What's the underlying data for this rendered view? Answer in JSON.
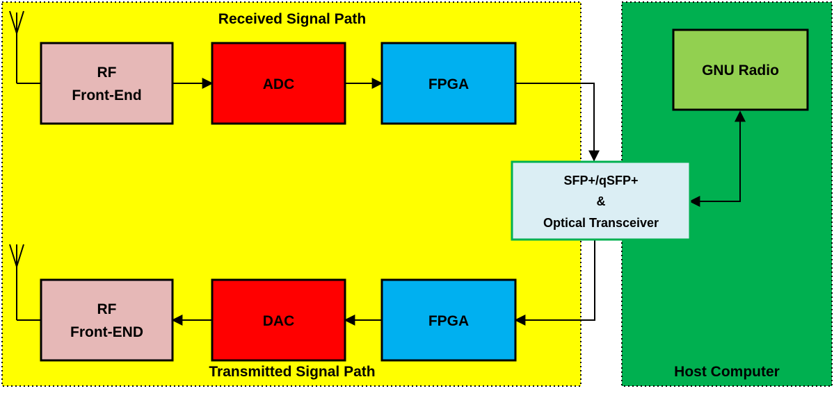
{
  "regions": {
    "received_label": "Received Signal Path",
    "transmitted_label": "Transmitted Signal Path",
    "host_label": "Host Computer"
  },
  "blocks": {
    "rf_rx": [
      "RF",
      "Front-End"
    ],
    "adc": "ADC",
    "fpga_rx": "FPGA",
    "rf_tx": [
      "RF",
      "Front-END"
    ],
    "dac": "DAC",
    "fpga_tx": "FPGA",
    "transceiver": [
      "SFP+/qSFP+",
      "&",
      "Optical Transceiver"
    ],
    "gnu_radio": "GNU Radio"
  },
  "colors": {
    "yellow_region": "#ffff00",
    "green_region": "#00b050",
    "rf_block": "#e6b8b7",
    "converter_block": "#ff0000",
    "fpga_block": "#00b0f0",
    "transceiver_block": "#dbeef4",
    "transceiver_border": "#00b050",
    "gnu_block": "#92d050"
  }
}
